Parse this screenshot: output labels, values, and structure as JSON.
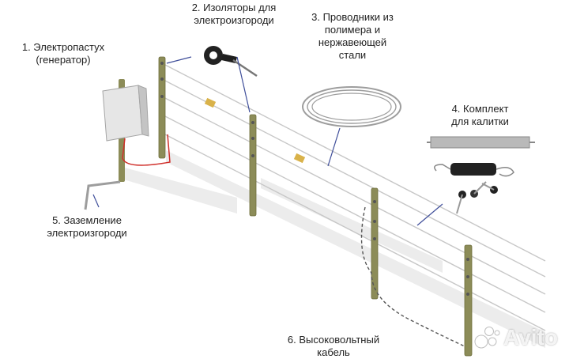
{
  "labels": {
    "generator": [
      "1. Электропастух",
      "(генератор)"
    ],
    "insulators": [
      "2. Изоляторы для",
      "электроизгороди"
    ],
    "conductors": [
      "3. Проводники из",
      "полимера и",
      "нержавеющей",
      "стали"
    ],
    "gate_kit": [
      "4. Комплект",
      "для калитки"
    ],
    "grounding": [
      "5. Заземление",
      "электроизгороди"
    ],
    "cable": [
      "6. Высоковольтный",
      "кабель"
    ]
  },
  "watermark": "Avito",
  "colors": {
    "post": "#8a8a55",
    "wire": "#c9c9c9",
    "red_wire": "#d0302b",
    "tape": "#d9b24a",
    "leader": "#3f4e9a"
  }
}
